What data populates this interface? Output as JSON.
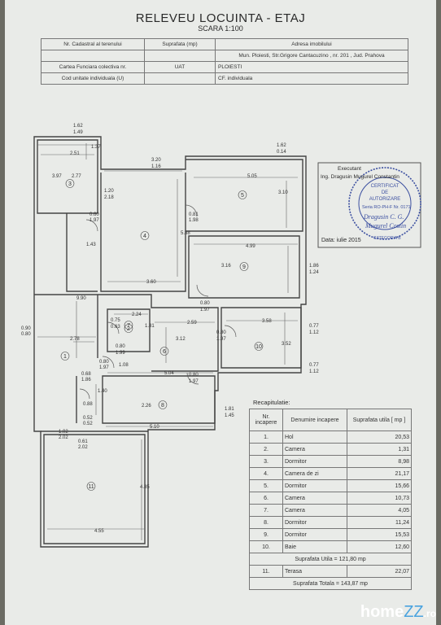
{
  "title": "RELEVEU LOCUINTA - ETAJ",
  "scale": "SCARA 1:100",
  "header": {
    "cadastral": "Nr. Cadastral al terenului",
    "suprafata": "Suprafata (mp)",
    "adresa_label": "Adresa imobilului",
    "adresa": "Mun. Ploiesti, Str.Grigore Cantacuzino , nr. 201 , Jud. Prahova",
    "carte": "Cartea Funciara colectiva nr.",
    "uat": "UAT",
    "uat_value": "PLOIESTI",
    "cod": "Cod unitate individuala (U)",
    "cf": "CF. individuala"
  },
  "dims": [
    "1.62",
    "1.49",
    "2.51",
    "1.37",
    "2.77",
    "3.97",
    "3.20",
    "1.16",
    "1.62",
    "0.14",
    "5.05",
    "3.10",
    "1.20",
    "2.18",
    "0.60",
    "1.97",
    "0.81",
    "1.98",
    "5.88",
    "1.43",
    "4.99",
    "3.16",
    "1.86",
    "1.24",
    "3.60",
    "0.80",
    "1.97",
    "2.24",
    "0.75",
    "0.63",
    "1.81",
    "2.59",
    "3.58",
    "0.90",
    "0.80",
    "2.78",
    "9.90",
    "0.80",
    "1.99",
    "3.12",
    "0.80",
    "1.97",
    "3.52",
    "0.77",
    "1.12",
    "0.80",
    "1.97",
    "1.08",
    "5.04",
    "0.77",
    "1.12",
    "0.80",
    "1.97",
    "0.68",
    "1.86",
    "1.40",
    "0.88",
    "2.26",
    "1.81",
    "1.45",
    "0.52",
    "0.52",
    "5.10",
    "1.02",
    "2.02",
    "0.61",
    "2.02",
    "4.85",
    "4.55"
  ],
  "rooms": [
    "1",
    "2",
    "3",
    "4",
    "5",
    "6",
    "7",
    "8",
    "9",
    "10",
    "11"
  ],
  "recap": {
    "title": "Recapitulatie:",
    "headers": [
      "Nr. incapere",
      "Denumire incapere",
      "Suprafata utila [ mp ]"
    ],
    "rows": [
      [
        "1.",
        "Hol",
        "20,53"
      ],
      [
        "2.",
        "Camera",
        "1,31"
      ],
      [
        "3.",
        "Dormitor",
        "8,98"
      ],
      [
        "4.",
        "Camera de zi",
        "21,17"
      ],
      [
        "5.",
        "Dormitor",
        "15,66"
      ],
      [
        "6.",
        "Camera",
        "10,73"
      ],
      [
        "7.",
        "Camera",
        "4,05"
      ],
      [
        "8.",
        "Dormitor",
        "11,24"
      ],
      [
        "9.",
        "Dormitor",
        "15,53"
      ],
      [
        "10.",
        "Baie",
        "12,60"
      ]
    ],
    "utila": "Suprafata Utila = 121,80 mp",
    "terasa": [
      "11.",
      "Terasa",
      "22,07"
    ],
    "totala": "Suprafata Totala = 143,87 mp"
  },
  "stamp": {
    "executant": "Executant",
    "ing": "Ing. Dragusin Mugurel Constantin",
    "certificat": "CERTIFICAT",
    "de": "DE",
    "autorizare": "AUTORIZARE",
    "seria": "Seria RO-PH-F  Nr. 0171",
    "name1": "Dragusin C. G.",
    "name2": "Mugurel Costin",
    "data": "Data: iulie 2015",
    "categoria": "CATEGORIA B"
  },
  "watermark": {
    "brand": "home",
    "accent": "ZZ",
    "tld": ".ro"
  }
}
